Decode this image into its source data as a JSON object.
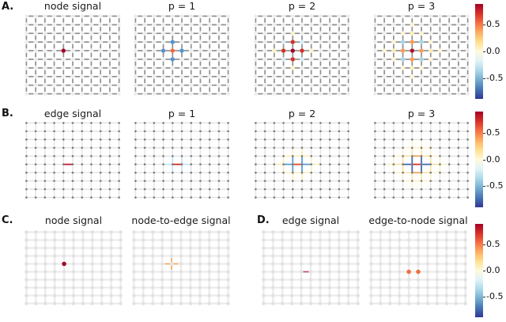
{
  "chart_data": {
    "type": "graph-signal-grid",
    "title": "",
    "grid": {
      "cols": 11,
      "rows": 10
    },
    "colorbar": {
      "colormap": "RdYlBu_r",
      "tick_labels": [
        "0.5",
        "0.0",
        "-0.5"
      ],
      "tick_values": [
        0.5,
        0.0,
        -0.5
      ],
      "tick_fracs": [
        0.22,
        0.5,
        0.78
      ],
      "gradient": [
        "#a50026",
        "#d73027",
        "#f46d43",
        "#fdae61",
        "#fee090",
        "#fefadd",
        "#e0f3f8",
        "#abd9e9",
        "#74add1",
        "#4575b4",
        "#313695"
      ]
    },
    "rows": [
      {
        "label": "A.",
        "style": "node-signal-grid",
        "panels": [
          {
            "title": "node signal",
            "nodes": [
              {
                "c": 4,
                "r": 4,
                "color": "#a50026"
              }
            ]
          },
          {
            "title": "p = 1",
            "nodes": [
              {
                "c": 3,
                "r": 4,
                "color": "#5295d0"
              },
              {
                "c": 5,
                "r": 4,
                "color": "#5295d0"
              },
              {
                "c": 4,
                "r": 3,
                "color": "#5295d0"
              },
              {
                "c": 4,
                "r": 5,
                "color": "#5295d0"
              },
              {
                "c": 4,
                "r": 4,
                "color": "#f4683c"
              }
            ]
          },
          {
            "title": "p = 2",
            "nodes": [
              {
                "c": 2,
                "r": 4,
                "color": "#faf2cc"
              },
              {
                "c": 6,
                "r": 4,
                "color": "#faf2cc"
              },
              {
                "c": 4,
                "r": 2,
                "color": "#faf2cc"
              },
              {
                "c": 4,
                "r": 6,
                "color": "#faf2cc"
              },
              {
                "c": 3,
                "r": 3,
                "color": "#d9ecf5"
              },
              {
                "c": 5,
                "r": 3,
                "color": "#d9ecf5"
              },
              {
                "c": 3,
                "r": 5,
                "color": "#d9ecf5"
              },
              {
                "c": 5,
                "r": 5,
                "color": "#d9ecf5"
              },
              {
                "c": 3,
                "r": 4,
                "color": "#d73027"
              },
              {
                "c": 5,
                "r": 4,
                "color": "#d73027"
              },
              {
                "c": 4,
                "r": 3,
                "color": "#d73027"
              },
              {
                "c": 4,
                "r": 5,
                "color": "#d73027"
              },
              {
                "c": 4,
                "r": 4,
                "color": "#a50026"
              }
            ]
          },
          {
            "title": "p = 3",
            "nodes": [
              {
                "c": 1,
                "r": 4,
                "color": "#fcf4d4"
              },
              {
                "c": 7,
                "r": 4,
                "color": "#fcf4d4"
              },
              {
                "c": 4,
                "r": 1,
                "color": "#fcf4d4"
              },
              {
                "c": 4,
                "r": 7,
                "color": "#fcf4d4"
              },
              {
                "c": 2,
                "r": 3,
                "color": "#fcf4d4"
              },
              {
                "c": 6,
                "r": 3,
                "color": "#fcf4d4"
              },
              {
                "c": 2,
                "r": 5,
                "color": "#fcf4d4"
              },
              {
                "c": 6,
                "r": 5,
                "color": "#fcf4d4"
              },
              {
                "c": 3,
                "r": 2,
                "color": "#fcf4d4"
              },
              {
                "c": 5,
                "r": 2,
                "color": "#fcf4d4"
              },
              {
                "c": 3,
                "r": 6,
                "color": "#fcf4d4"
              },
              {
                "c": 5,
                "r": 6,
                "color": "#fcf4d4"
              },
              {
                "c": 2,
                "r": 4,
                "color": "#f9edba"
              },
              {
                "c": 6,
                "r": 4,
                "color": "#f9edba"
              },
              {
                "c": 4,
                "r": 2,
                "color": "#f9edba"
              },
              {
                "c": 4,
                "r": 6,
                "color": "#f9edba"
              },
              {
                "c": 3,
                "r": 3,
                "color": "#a9d4e8"
              },
              {
                "c": 5,
                "r": 3,
                "color": "#a9d4e8"
              },
              {
                "c": 3,
                "r": 5,
                "color": "#a9d4e8"
              },
              {
                "c": 5,
                "r": 5,
                "color": "#a9d4e8"
              },
              {
                "c": 3,
                "r": 4,
                "color": "#f89c58"
              },
              {
                "c": 5,
                "r": 4,
                "color": "#f89c58"
              },
              {
                "c": 4,
                "r": 3,
                "color": "#f89c58"
              },
              {
                "c": 4,
                "r": 5,
                "color": "#f89c58"
              },
              {
                "c": 4,
                "r": 4,
                "color": "#ad1126"
              }
            ]
          }
        ],
        "has_colorbar": true
      },
      {
        "label": "B.",
        "style": "edge-signal-grid",
        "panels": [
          {
            "title": "edge signal",
            "edges": [
              {
                "c": 4,
                "r": 5,
                "o": "h",
                "color": "#bf2030"
              }
            ]
          },
          {
            "title": "p = 1",
            "edges": [
              {
                "c": 3,
                "r": 5,
                "o": "h",
                "color": "#c6e3f2"
              },
              {
                "c": 5,
                "r": 5,
                "o": "h",
                "color": "#c6e3f2"
              },
              {
                "c": 4,
                "r": 4,
                "o": "v",
                "color": "#c6e3f2"
              },
              {
                "c": 4,
                "r": 5,
                "o": "v",
                "color": "#c6e3f2"
              },
              {
                "c": 5,
                "r": 4,
                "o": "v",
                "color": "#c6e3f2"
              },
              {
                "c": 5,
                "r": 5,
                "o": "v",
                "color": "#c6e3f2"
              },
              {
                "c": 4,
                "r": 5,
                "o": "h",
                "color": "#d52a20"
              }
            ]
          },
          {
            "title": "p = 2",
            "edges": [
              {
                "c": 3,
                "r": 4,
                "o": "h",
                "color": "#f8efc0"
              },
              {
                "c": 4,
                "r": 4,
                "o": "h",
                "color": "#f8efc0"
              },
              {
                "c": 5,
                "r": 4,
                "o": "h",
                "color": "#f8efc0"
              },
              {
                "c": 3,
                "r": 6,
                "o": "h",
                "color": "#f8efc0"
              },
              {
                "c": 4,
                "r": 6,
                "o": "h",
                "color": "#f8efc0"
              },
              {
                "c": 5,
                "r": 6,
                "o": "h",
                "color": "#f8efc0"
              },
              {
                "c": 2,
                "r": 5,
                "o": "h",
                "color": "#f8efc0"
              },
              {
                "c": 6,
                "r": 5,
                "o": "h",
                "color": "#f8efc0"
              },
              {
                "c": 4,
                "r": 3,
                "o": "v",
                "color": "#f8efc0"
              },
              {
                "c": 5,
                "r": 3,
                "o": "v",
                "color": "#f8efc0"
              },
              {
                "c": 4,
                "r": 6,
                "o": "v",
                "color": "#f8efc0"
              },
              {
                "c": 5,
                "r": 6,
                "o": "v",
                "color": "#f8efc0"
              },
              {
                "c": 3,
                "r": 4,
                "o": "v",
                "color": "#f8efc0"
              },
              {
                "c": 3,
                "r": 5,
                "o": "v",
                "color": "#f8efc0"
              },
              {
                "c": 6,
                "r": 4,
                "o": "v",
                "color": "#f8efc0"
              },
              {
                "c": 6,
                "r": 5,
                "o": "v",
                "color": "#f8efc0"
              },
              {
                "c": 3,
                "r": 5,
                "o": "h",
                "color": "#5b9ed2"
              },
              {
                "c": 5,
                "r": 5,
                "o": "h",
                "color": "#5b9ed2"
              },
              {
                "c": 4,
                "r": 4,
                "o": "v",
                "color": "#5b9ed2"
              },
              {
                "c": 4,
                "r": 5,
                "o": "v",
                "color": "#5b9ed2"
              },
              {
                "c": 5,
                "r": 4,
                "o": "v",
                "color": "#5b9ed2"
              },
              {
                "c": 5,
                "r": 5,
                "o": "v",
                "color": "#5b9ed2"
              },
              {
                "c": 4,
                "r": 5,
                "o": "h",
                "color": "#e2492f"
              }
            ]
          },
          {
            "title": "p = 3",
            "edges": [
              {
                "c": 3,
                "r": 3,
                "o": "h",
                "color": "#fbf2d2"
              },
              {
                "c": 4,
                "r": 3,
                "o": "h",
                "color": "#fbf2d2"
              },
              {
                "c": 5,
                "r": 3,
                "o": "h",
                "color": "#fbf2d2"
              },
              {
                "c": 3,
                "r": 7,
                "o": "h",
                "color": "#fbf2d2"
              },
              {
                "c": 4,
                "r": 7,
                "o": "h",
                "color": "#fbf2d2"
              },
              {
                "c": 5,
                "r": 7,
                "o": "h",
                "color": "#fbf2d2"
              },
              {
                "c": 2,
                "r": 4,
                "o": "h",
                "color": "#fbf2d2"
              },
              {
                "c": 6,
                "r": 4,
                "o": "h",
                "color": "#fbf2d2"
              },
              {
                "c": 2,
                "r": 6,
                "o": "h",
                "color": "#fbf2d2"
              },
              {
                "c": 6,
                "r": 6,
                "o": "h",
                "color": "#fbf2d2"
              },
              {
                "c": 1,
                "r": 5,
                "o": "h",
                "color": "#fbf2d2"
              },
              {
                "c": 7,
                "r": 5,
                "o": "h",
                "color": "#fbf2d2"
              },
              {
                "c": 4,
                "r": 2,
                "o": "v",
                "color": "#fbf2d2"
              },
              {
                "c": 5,
                "r": 2,
                "o": "v",
                "color": "#fbf2d2"
              },
              {
                "c": 4,
                "r": 7,
                "o": "v",
                "color": "#fbf2d2"
              },
              {
                "c": 5,
                "r": 7,
                "o": "v",
                "color": "#fbf2d2"
              },
              {
                "c": 3,
                "r": 3,
                "o": "v",
                "color": "#fbf2d2"
              },
              {
                "c": 6,
                "r": 3,
                "o": "v",
                "color": "#fbf2d2"
              },
              {
                "c": 3,
                "r": 6,
                "o": "v",
                "color": "#fbf2d2"
              },
              {
                "c": 6,
                "r": 6,
                "o": "v",
                "color": "#fbf2d2"
              },
              {
                "c": 2,
                "r": 4,
                "o": "v",
                "color": "#fbf2d2"
              },
              {
                "c": 2,
                "r": 5,
                "o": "v",
                "color": "#fbf2d2"
              },
              {
                "c": 7,
                "r": 4,
                "o": "v",
                "color": "#fbf2d2"
              },
              {
                "c": 7,
                "r": 5,
                "o": "v",
                "color": "#fbf2d2"
              },
              {
                "c": 3,
                "r": 4,
                "o": "h",
                "color": "#f6e4aa"
              },
              {
                "c": 5,
                "r": 4,
                "o": "h",
                "color": "#f6e4aa"
              },
              {
                "c": 3,
                "r": 6,
                "o": "h",
                "color": "#f6e4aa"
              },
              {
                "c": 5,
                "r": 6,
                "o": "h",
                "color": "#f6e4aa"
              },
              {
                "c": 2,
                "r": 5,
                "o": "h",
                "color": "#f6e4aa"
              },
              {
                "c": 6,
                "r": 5,
                "o": "h",
                "color": "#f6e4aa"
              },
              {
                "c": 4,
                "r": 3,
                "o": "v",
                "color": "#f6e4aa"
              },
              {
                "c": 5,
                "r": 3,
                "o": "v",
                "color": "#f6e4aa"
              },
              {
                "c": 4,
                "r": 6,
                "o": "v",
                "color": "#f6e4aa"
              },
              {
                "c": 5,
                "r": 6,
                "o": "v",
                "color": "#f6e4aa"
              },
              {
                "c": 3,
                "r": 4,
                "o": "v",
                "color": "#f6e4aa"
              },
              {
                "c": 3,
                "r": 5,
                "o": "v",
                "color": "#f6e4aa"
              },
              {
                "c": 6,
                "r": 4,
                "o": "v",
                "color": "#f6e4aa"
              },
              {
                "c": 6,
                "r": 5,
                "o": "v",
                "color": "#f6e4aa"
              },
              {
                "c": 4,
                "r": 4,
                "o": "h",
                "color": "#f1a35e"
              },
              {
                "c": 4,
                "r": 6,
                "o": "h",
                "color": "#f1a35e"
              },
              {
                "c": 3,
                "r": 5,
                "o": "h",
                "color": "#3e6db5"
              },
              {
                "c": 5,
                "r": 5,
                "o": "h",
                "color": "#3e6db5"
              },
              {
                "c": 4,
                "r": 4,
                "o": "v",
                "color": "#3e6db5"
              },
              {
                "c": 4,
                "r": 5,
                "o": "v",
                "color": "#3e6db5"
              },
              {
                "c": 5,
                "r": 4,
                "o": "v",
                "color": "#3e6db5"
              },
              {
                "c": 5,
                "r": 5,
                "o": "v",
                "color": "#3e6db5"
              },
              {
                "c": 4,
                "r": 5,
                "o": "h",
                "color": "#d7302f"
              }
            ]
          }
        ],
        "has_colorbar": true
      },
      {
        "label": "C.",
        "style": "light-grid",
        "panels": [
          {
            "title": "node signal",
            "nodes": [
              {
                "c": 4,
                "r": 4,
                "color": "#a30b26"
              }
            ]
          },
          {
            "title": "node-to-edge signal",
            "cross": {
              "c": 4,
              "r": 4,
              "color": "#f8ae68"
            }
          }
        ],
        "has_colorbar": false
      },
      {
        "label": "D.",
        "style": "light-grid",
        "panels": [
          {
            "title": "edge signal",
            "edges": [
              {
                "c": 4,
                "r": 5,
                "o": "h",
                "color": "#c45a6e"
              }
            ]
          },
          {
            "title": "edge-to-node signal",
            "nodes": [
              {
                "c": 4,
                "r": 5,
                "color": "#ee7243"
              },
              {
                "c": 5,
                "r": 5,
                "color": "#ee7243"
              }
            ]
          }
        ],
        "has_colorbar": true
      }
    ]
  }
}
